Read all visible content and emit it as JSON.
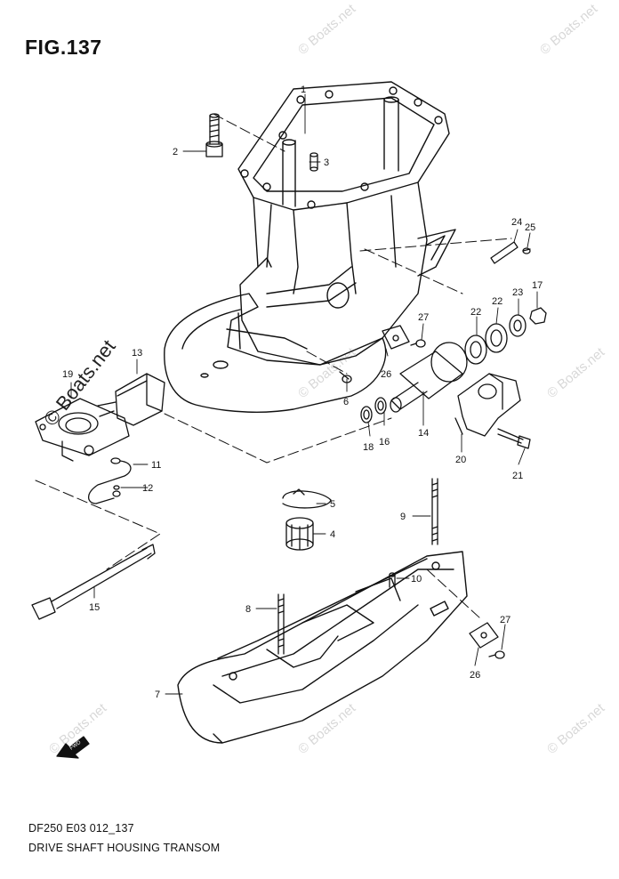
{
  "figure": {
    "title": "FIG.137",
    "code": "DF250 E03 012_137",
    "caption": "DRIVE SHAFT HOUSING TRANSOM"
  },
  "watermark": {
    "text": "© Boats.net",
    "color": "#d8d8d8"
  },
  "fwd_arrow": {
    "label": "FWD"
  },
  "callouts": [
    {
      "id": "c1",
      "label": "1"
    },
    {
      "id": "c2",
      "label": "2"
    },
    {
      "id": "c3",
      "label": "3"
    },
    {
      "id": "c4",
      "label": "4"
    },
    {
      "id": "c5",
      "label": "5"
    },
    {
      "id": "c6",
      "label": "6"
    },
    {
      "id": "c7",
      "label": "7"
    },
    {
      "id": "c8",
      "label": "8"
    },
    {
      "id": "c9",
      "label": "9"
    },
    {
      "id": "c10",
      "label": "10"
    },
    {
      "id": "c11",
      "label": "11"
    },
    {
      "id": "c12",
      "label": "12"
    },
    {
      "id": "c13",
      "label": "13"
    },
    {
      "id": "c14",
      "label": "14"
    },
    {
      "id": "c15",
      "label": "15"
    },
    {
      "id": "c16",
      "label": "16"
    },
    {
      "id": "c17",
      "label": "17"
    },
    {
      "id": "c18",
      "label": "18"
    },
    {
      "id": "c19",
      "label": "19"
    },
    {
      "id": "c20",
      "label": "20"
    },
    {
      "id": "c21",
      "label": "21"
    },
    {
      "id": "c22a",
      "label": "22"
    },
    {
      "id": "c22b",
      "label": "22"
    },
    {
      "id": "c23",
      "label": "23"
    },
    {
      "id": "c24",
      "label": "24"
    },
    {
      "id": "c25",
      "label": "25"
    },
    {
      "id": "c26a",
      "label": "26"
    },
    {
      "id": "c26b",
      "label": "26"
    },
    {
      "id": "c27a",
      "label": "27"
    },
    {
      "id": "c27b",
      "label": "27"
    }
  ]
}
